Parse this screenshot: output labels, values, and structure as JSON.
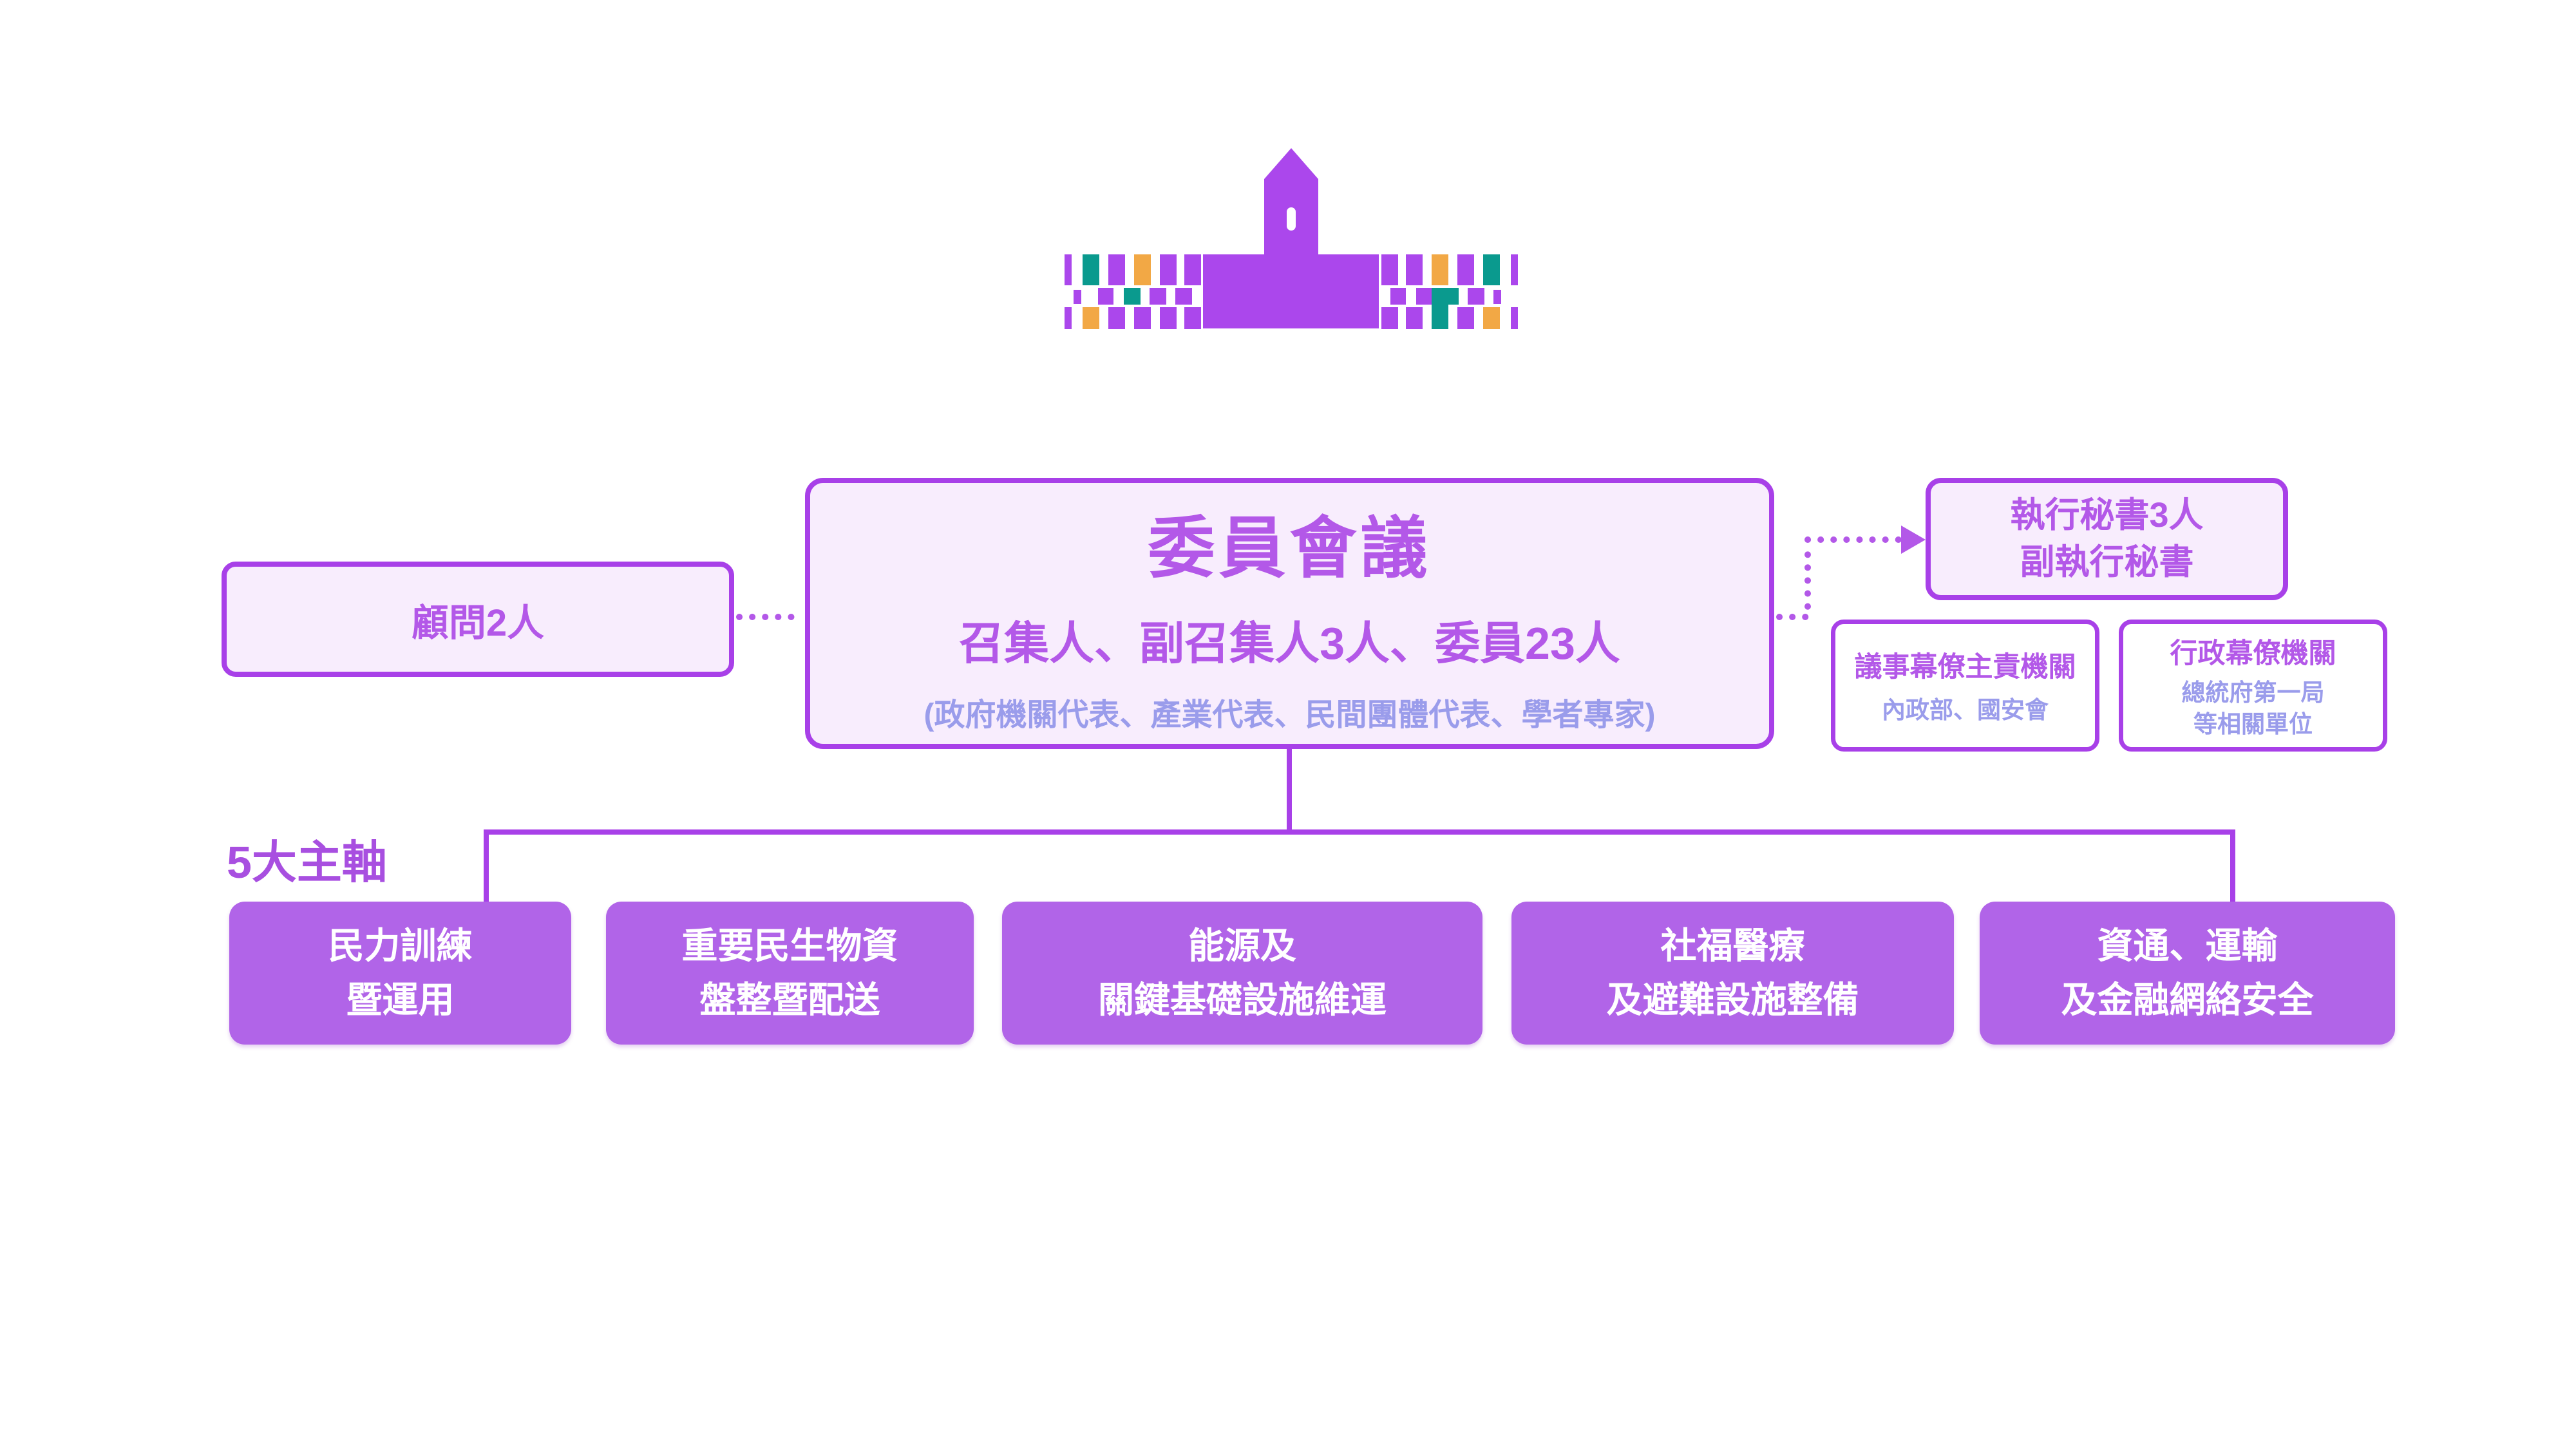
{
  "colors": {
    "accent_border": "#a840e8",
    "accent_text": "#b358e8",
    "secondary_text": "#9a9ceb",
    "box_fill_light": "#f8edfd",
    "axis_box_fill": "#b164e8",
    "logo_purple": "#ab47ec",
    "logo_teal": "#0a9a8e",
    "logo_orange": "#f2a845"
  },
  "logo": {
    "icon": "presidential-office-pixel-building"
  },
  "committee": {
    "title": "委員會議",
    "members": "召集人、副召集人3人、委員23人",
    "composition": "(政府機關代表、產業代表、民間團體代表、學者專家)"
  },
  "advisor": {
    "label": "顧問2人"
  },
  "secretary": {
    "line1": "執行秘書3人",
    "line2": "副執行秘書"
  },
  "staff": [
    {
      "title": "議事幕僚主責機關",
      "org": "內政部、國安會"
    },
    {
      "title": "行政幕僚機關",
      "org_line1": "總統府第一局",
      "org_line2": "等相關單位"
    }
  ],
  "axes": {
    "label": "5大主軸",
    "items": [
      {
        "line1": "民力訓練",
        "line2": "暨運用"
      },
      {
        "line1": "重要民生物資",
        "line2": "盤整暨配送"
      },
      {
        "line1": "能源及",
        "line2": "關鍵基礎設施維運"
      },
      {
        "line1": "社福醫療",
        "line2": "及避難設施整備"
      },
      {
        "line1": "資通、運輸",
        "line2": "及金融網絡安全"
      }
    ]
  }
}
